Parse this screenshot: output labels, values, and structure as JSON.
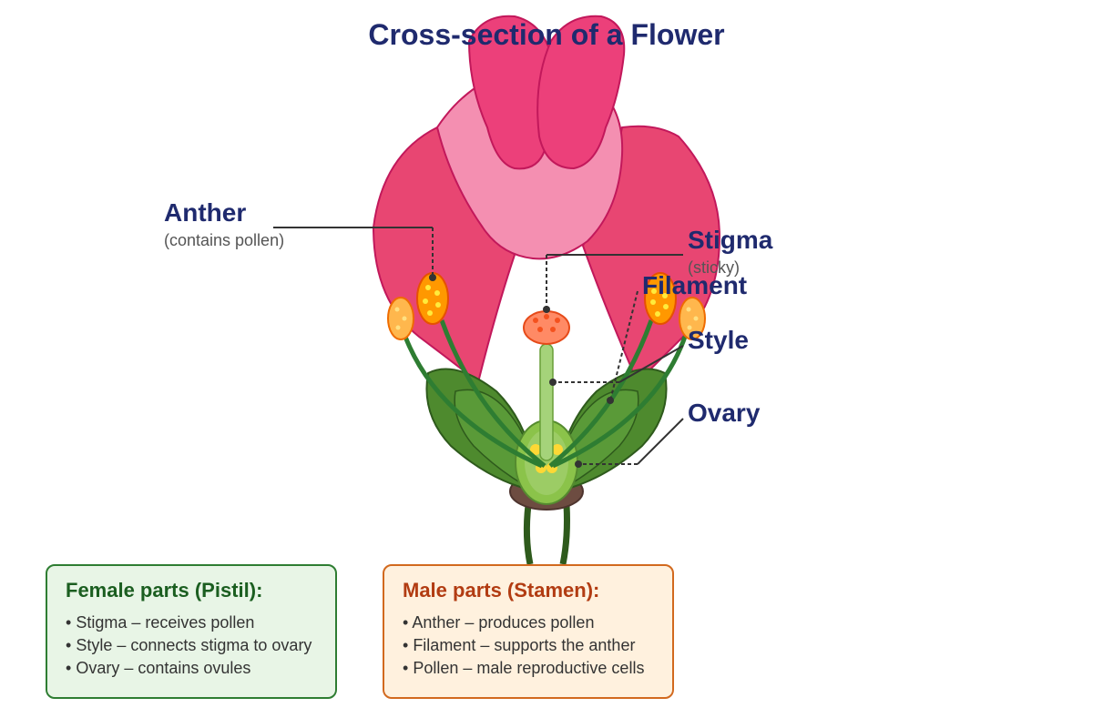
{
  "title": "Cross-section of a Flower",
  "labels": {
    "anther": {
      "name": "Anther",
      "note": "(contains pollen)"
    },
    "stigma": {
      "name": "Stigma",
      "note": "(sticky)"
    },
    "filament": {
      "name": "Filament"
    },
    "style": {
      "name": "Style"
    },
    "ovary": {
      "name": "Ovary"
    }
  },
  "female_box": {
    "title": "Female parts (Pistil):",
    "items": [
      "Stigma – receives pollen",
      "Style – connects stigma to ovary",
      "Ovary – contains ovules"
    ]
  },
  "male_box": {
    "title": "Male parts (Stamen):",
    "items": [
      "Anther – produces pollen",
      "Filament – supports the anther",
      "Pollen – male reproductive cells"
    ]
  },
  "colors": {
    "petal": "#e84672",
    "petal_inner": "#f48fb1",
    "sepal": "#4e8a2e",
    "stamen_stalk": "#2e7d32",
    "anther": "#ff9800",
    "stigma": "#ff8a65",
    "style": "#a5d37a",
    "ovary": "#8bc34a",
    "receptacle": "#6d4c41",
    "stem": "#2e5a1c",
    "title": "#1f2a6e"
  }
}
